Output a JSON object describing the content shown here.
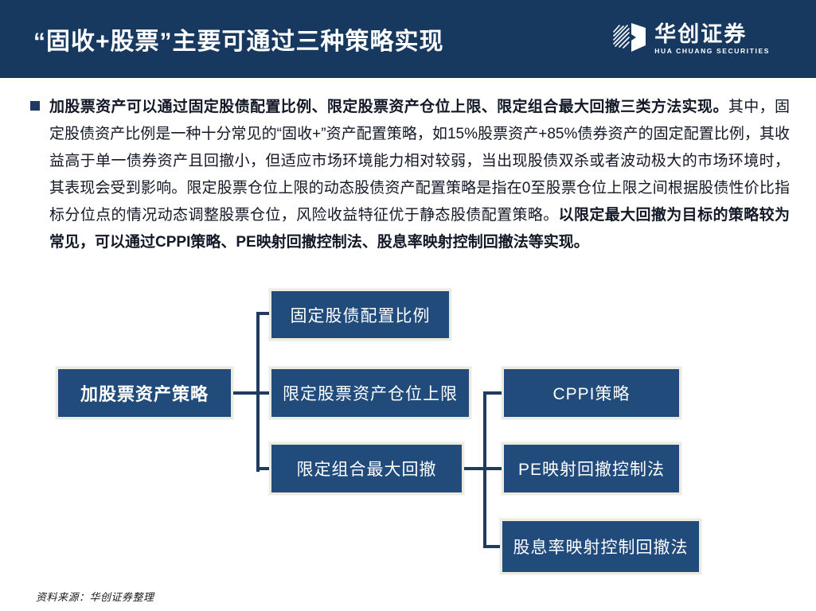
{
  "slide": {
    "header": {
      "title": "“固收+股票”主要可通过三种策略实现",
      "logo": {
        "icon": "book-cube-logo",
        "cn": "华创证券",
        "en": "HUA CHUANG SECURITIES"
      }
    },
    "paragraph": {
      "runs": [
        {
          "text": "加股票资产可以通过固定股债配置比例、限定股票资产仓位上限、限定组合最大回撤三类方法实现。",
          "bold": true
        },
        {
          "text": "其中，固定股债资产比例是一种十分常见的“固收+”资产配置策略，如15%股票资产+85%债券资产的固定配置比例，其收益高于单一债券资产且回撤小，但适应市场环境能力相对较弱，当出现股债双杀或者波动极大的市场环境时，其表现会受到影响。限定股票仓位上限的动态股债资产配置策略是指在0至股票仓位上限之间根据股债性价比指标分位点的情况动态调整股票仓位，风险收益特征优于静态股债配置策略。",
          "bold": false
        },
        {
          "text": "以限定最大回撤为目标的策略较为常见，可以通过CPPI策略、PE映射回撤控制法、股息率映射控制回撤法等实现。",
          "bold": true
        }
      ]
    },
    "diagram": {
      "root": "加股票资产策略",
      "strategies": [
        "固定股债配置比例",
        "限定股票资产仓位上限",
        "限定组合最大回撤"
      ],
      "drawdown_methods": [
        "CPPI策略",
        "PE映射回撤控制法",
        "股息率映射控制回撤法"
      ]
    },
    "footer": {
      "source": "资料来源：华创证券整理"
    },
    "colors": {
      "header_bg": "#17395F",
      "box_fill": "#214B7B",
      "box_border": "#EDEBE0",
      "connector": "#1F3B60",
      "bullet": "#1F3864",
      "body_text": "#121826"
    }
  }
}
